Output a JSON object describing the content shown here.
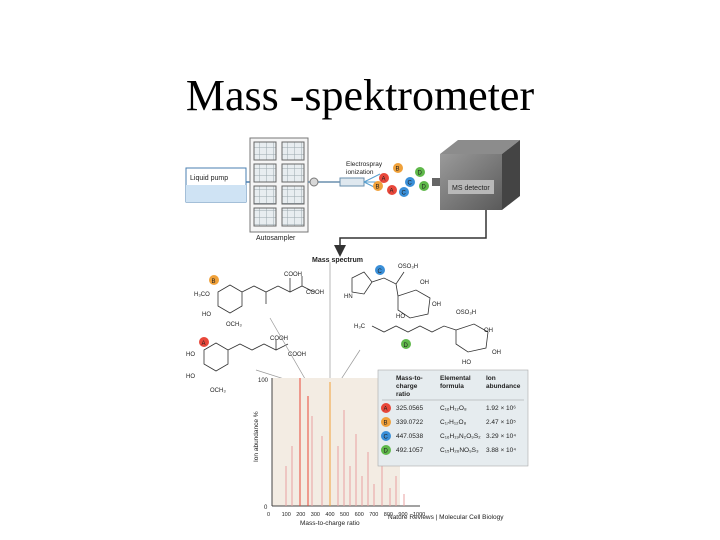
{
  "slide": {
    "title": "Mass -spektrometer"
  },
  "diagram": {
    "liquid_pump": "Liquid pump",
    "autosampler": "Autosampler",
    "ionization_line1": "Electrospray",
    "ionization_line2": "ionization",
    "ms_detector": "MS detector",
    "mass_spectrum": "Mass spectrum",
    "ion_letters": [
      "A",
      "B",
      "C",
      "D",
      "A",
      "B",
      "C",
      "D"
    ],
    "y_axis_label": "Ion abundance %",
    "y_ticks": [
      "0",
      "100"
    ],
    "x_axis_label": "Mass-to-charge ratio",
    "x_ticks": [
      "0",
      "100",
      "200",
      "300",
      "400",
      "500",
      "600",
      "700",
      "800",
      "900",
      "1000"
    ],
    "molecules": {
      "a_label": "A",
      "b_label": "B",
      "c_label": "C",
      "d_label": "D",
      "h3co": "H₃CO",
      "ho": "HO",
      "och3": "OCH₃",
      "cooh": "COOH",
      "oso3h": "OSO₃H",
      "oh": "OH",
      "hn": "HN",
      "h3c": "H₃C",
      "n": "N",
      "s": "S",
      "o": "O",
      "h": "H"
    },
    "table": {
      "headers": [
        "Mass-to-\ncharge\nratio",
        "Elemental\nformula",
        "Ion\nabundance"
      ],
      "rows": [
        {
          "key": "A",
          "color": "#e8473a",
          "mz": "325.0565",
          "formula": "C₁₆H₁₂O₈",
          "abundance": "1.92 × 10⁶"
        },
        {
          "key": "B",
          "color": "#f0a13a",
          "mz": "339.0722",
          "formula": "C₁₇H₁₂O₈",
          "abundance": "2.47 × 10⁵"
        },
        {
          "key": "C",
          "color": "#3a8fd8",
          "mz": "447.0538",
          "formula": "C₁₆H₁₉N₂O₉S₂",
          "abundance": "3.29 × 10⁴"
        },
        {
          "key": "D",
          "color": "#5fb84a",
          "mz": "492.1057",
          "formula": "C₁₅H₂₆NO₉S₃",
          "abundance": "3.88 × 10⁴"
        }
      ]
    },
    "credit": "Nature Reviews | Molecular Cell Biology"
  }
}
